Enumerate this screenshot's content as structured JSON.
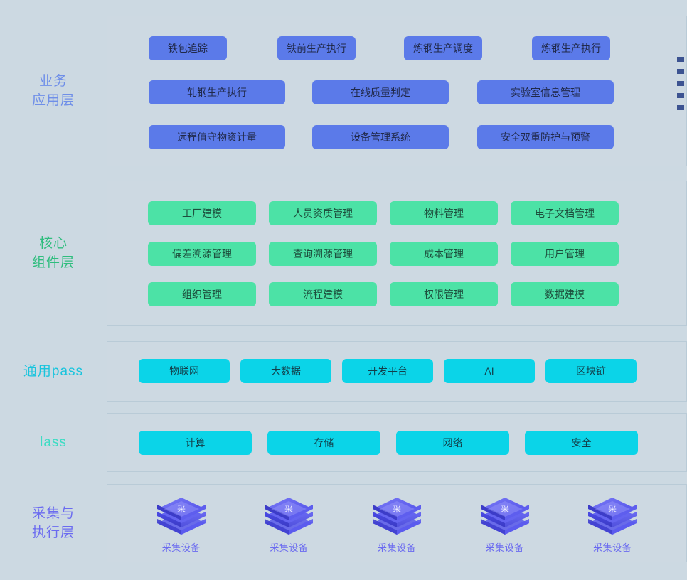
{
  "theme": {
    "page_background": "#ccd9e2",
    "panel_background": "#cdd9e2",
    "panel_border": "#b9cbd7",
    "blue": "#5b7ae9",
    "green": "#4ce2a6",
    "cyan": "#0bd4e8",
    "device_purple": "#6b6bf0",
    "bullet": "#3c5391"
  },
  "layers": [
    {
      "key": "business",
      "label": "业务\n应用层",
      "label_color": "#6f8fe8",
      "pill_color": "blue",
      "rows": [
        [
          "铁包追踪",
          "铁前生产执行",
          "炼钢生产调度",
          "炼钢生产执行"
        ],
        [
          "轧钢生产执行",
          "在线质量判定",
          "实验室信息管理"
        ],
        [
          "远程值守物资计量",
          "设备管理系统",
          "安全双重防护与预警"
        ]
      ],
      "bullets": 5
    },
    {
      "key": "core",
      "label": "核心\n组件层",
      "label_color": "#2fbd7e",
      "pill_color": "green",
      "rows": [
        [
          "工厂建模",
          "人员资质管理",
          "物料管理",
          "电子文档管理"
        ],
        [
          "偏差溯源管理",
          "查询溯源管理",
          "成本管理",
          "用户管理"
        ],
        [
          "组织管理",
          "流程建模",
          "权限管理",
          "数据建模"
        ]
      ]
    },
    {
      "key": "paas",
      "label": "通用pass",
      "label_color": "#19c4dd",
      "pill_color": "cyan",
      "rows": [
        [
          "物联网",
          "大数据",
          "开发平台",
          "AI",
          "区块链"
        ]
      ]
    },
    {
      "key": "iaas",
      "label": "lass",
      "label_color": "#3ddcc4",
      "pill_color": "cyan",
      "rows": [
        [
          "计算",
          "存储",
          "网络",
          "安全"
        ]
      ]
    },
    {
      "key": "collect",
      "label": "采集与\n执行层",
      "label_color": "#6b6bf0",
      "devices": [
        {
          "icon": "collection-device-icon",
          "glyph": "采",
          "label": "采集设备"
        },
        {
          "icon": "collection-device-icon",
          "glyph": "采",
          "label": "采集设备"
        },
        {
          "icon": "collection-device-icon",
          "glyph": "采",
          "label": "采集设备"
        },
        {
          "icon": "collection-device-icon",
          "glyph": "采",
          "label": "采集设备"
        },
        {
          "icon": "collection-device-icon",
          "glyph": "采",
          "label": "采集设备"
        }
      ]
    }
  ]
}
